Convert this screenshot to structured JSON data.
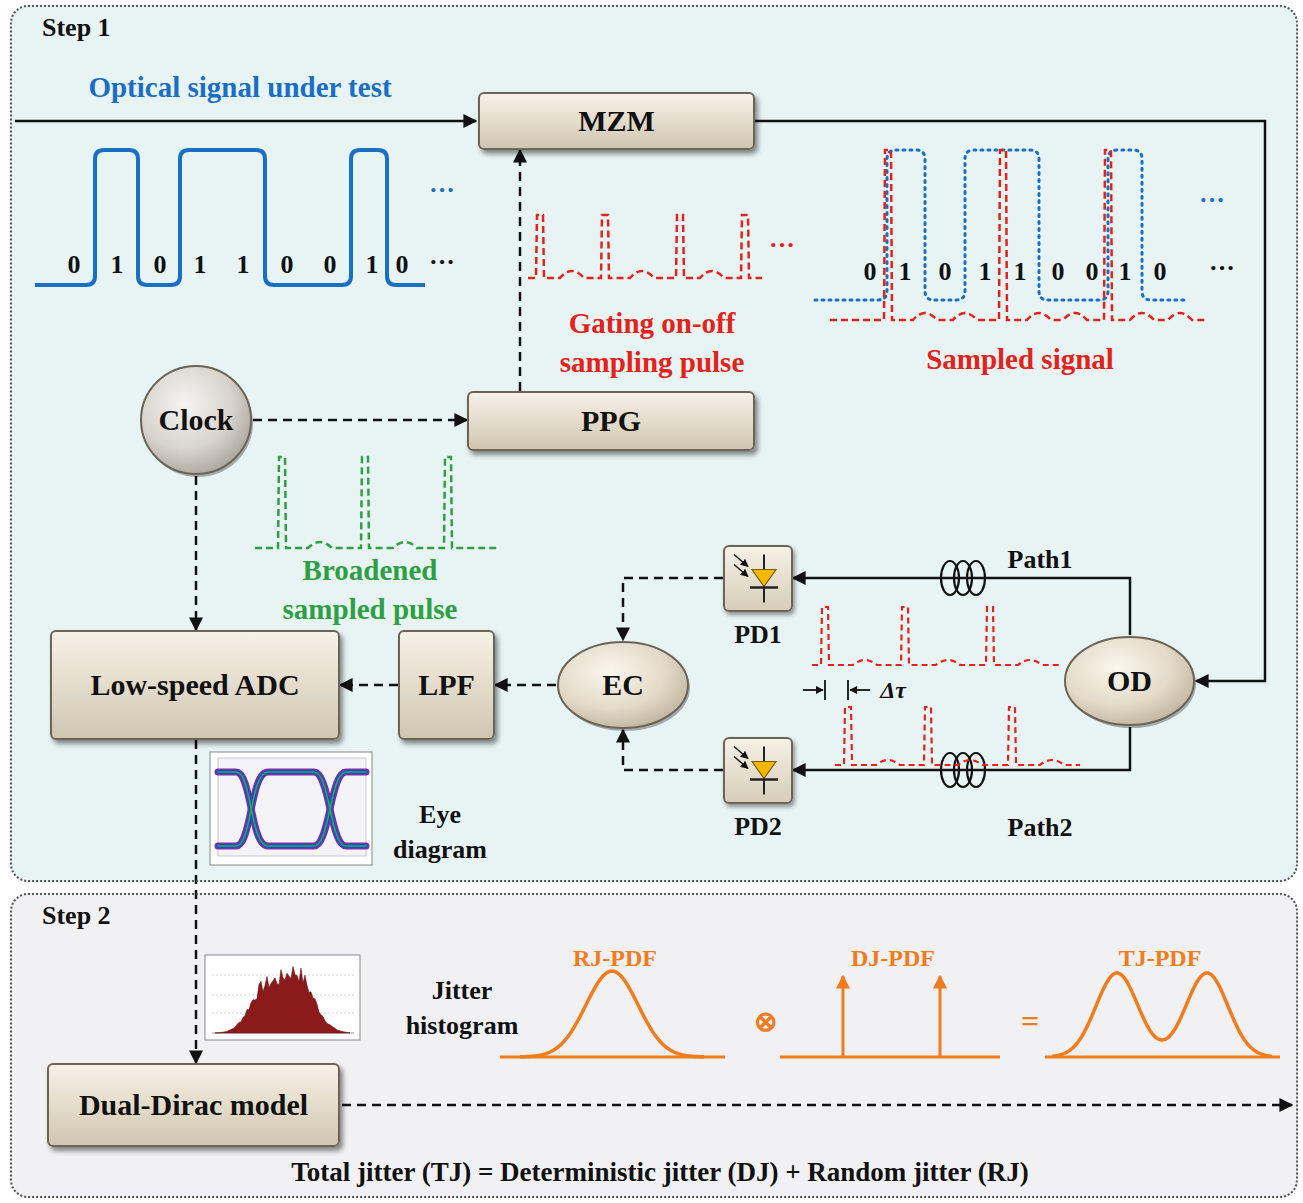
{
  "diagram": {
    "nodes": [
      {
        "text": [
          "Step 1"
        ]
      },
      {
        "text": [
          "MZM"
        ],
        "in": 0
      },
      {
        "text": [
          "Clock"
        ],
        "in": 0
      },
      {
        "text": [
          "PPG"
        ],
        "in": 0
      },
      {
        "text": [
          "Low-speed ADC"
        ],
        "in": 0
      },
      {
        "text": [
          "LPF"
        ],
        "in": 0
      },
      {
        "text": [
          "EC"
        ],
        "in": 0
      },
      {
        "text": [
          "PD1"
        ],
        "in": 0
      },
      {
        "text": [
          "PD2"
        ],
        "in": 0
      },
      {
        "text": [
          "OD"
        ],
        "in": 0
      },
      {
        "text": [
          "Step 2"
        ]
      },
      {
        "text": [
          "Dual-Dirac model"
        ],
        "in": 10
      }
    ],
    "edges": [
      {
        "from": 2,
        "to": 3,
        "arrow": "to"
      },
      {
        "from": 2,
        "to": 4,
        "arrow": "to"
      },
      {
        "from": 3,
        "to": 1,
        "arrow": "to"
      },
      {
        "from": 1,
        "to": 9,
        "arrow": "to"
      },
      {
        "from": 9,
        "to": 7,
        "arrow": "to"
      },
      {
        "from": 9,
        "to": 8,
        "arrow": "to"
      },
      {
        "from": 7,
        "to": 6,
        "arrow": "to"
      },
      {
        "from": 8,
        "to": 6,
        "arrow": "to"
      },
      {
        "from": 6,
        "to": 5,
        "arrow": "to"
      },
      {
        "from": 5,
        "to": 4,
        "arrow": "to"
      },
      {
        "from": 4,
        "to": 11,
        "arrow": "to"
      }
    ],
    "labels": [
      "Optical signal under test",
      "0",
      "1",
      "0",
      "1",
      "1",
      "0",
      "0",
      "1",
      "0",
      "···",
      "···",
      "Gating on-off sampling pulse",
      "···",
      "···",
      "0",
      "1",
      "0",
      "1",
      "1",
      "0",
      "0",
      "1",
      "0",
      "···",
      "Sampled signal",
      "Broadened sampled pulse",
      "Path1",
      "Δτ",
      "Path2",
      "Eye diagram",
      "Jitter histogram",
      "RJ-PDF",
      "⊗",
      "DJ-PDF",
      "=",
      "TJ-PDF",
      "Total jitter (TJ) = Deterministic jitter (DJ) + Random jitter (RJ)"
    ]
  }
}
